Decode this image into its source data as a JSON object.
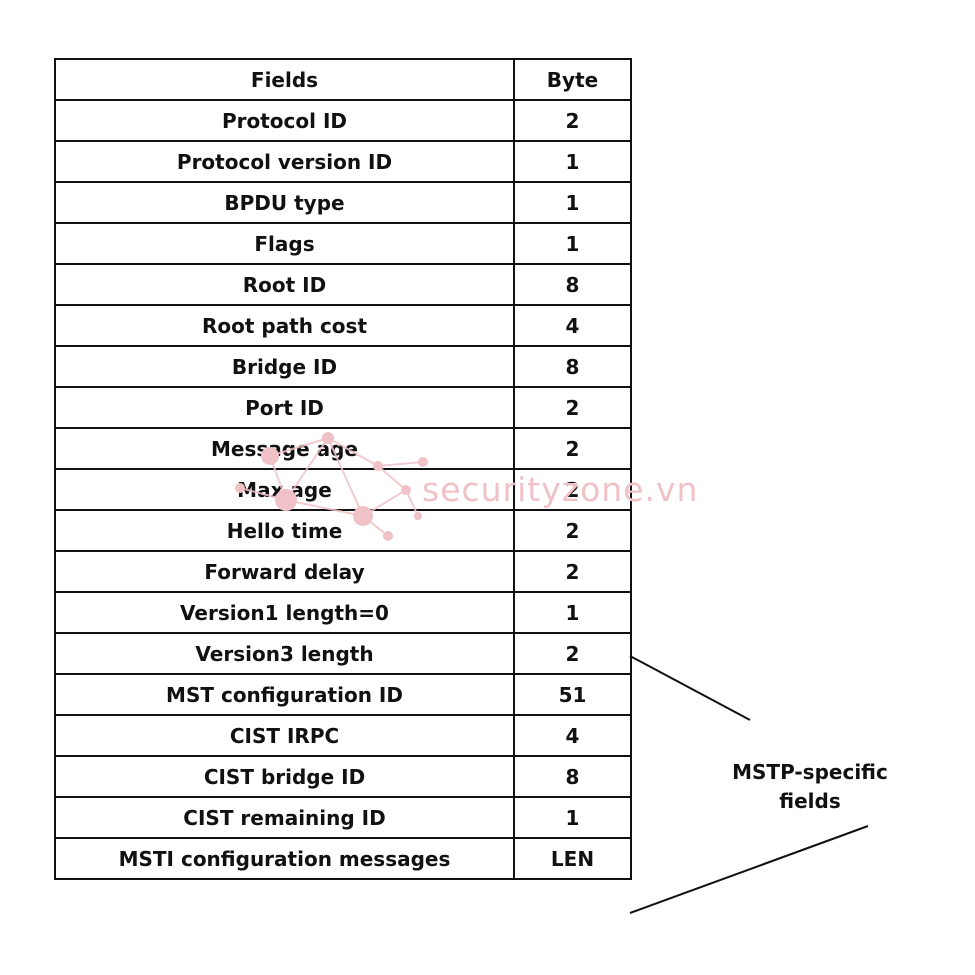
{
  "table": {
    "header": {
      "field": "Fields",
      "byte": "Byte"
    },
    "rows": [
      {
        "field": "Protocol ID",
        "byte": "2"
      },
      {
        "field": "Protocol version ID",
        "byte": "1"
      },
      {
        "field": "BPDU type",
        "byte": "1"
      },
      {
        "field": "Flags",
        "byte": "1"
      },
      {
        "field": "Root ID",
        "byte": "8"
      },
      {
        "field": "Root path cost",
        "byte": "4"
      },
      {
        "field": "Bridge ID",
        "byte": "8"
      },
      {
        "field": "Port ID",
        "byte": "2"
      },
      {
        "field": "Message age",
        "byte": "2"
      },
      {
        "field": "Max age",
        "byte": "2"
      },
      {
        "field": "Hello time",
        "byte": "2"
      },
      {
        "field": "Forward delay",
        "byte": "2"
      },
      {
        "field": "Version1 length=0",
        "byte": "1"
      },
      {
        "field": "Version3 length",
        "byte": "2"
      },
      {
        "field": "MST configuration ID",
        "byte": "51"
      },
      {
        "field": "CIST IRPC",
        "byte": "4"
      },
      {
        "field": "CIST bridge ID",
        "byte": "8"
      },
      {
        "field": "CIST remaining ID",
        "byte": "1"
      },
      {
        "field": "MSTI configuration messages",
        "byte": "LEN"
      }
    ]
  },
  "annotation": {
    "label": "MSTP-specific\nfields"
  },
  "watermark": {
    "text": "securityzone.vn",
    "color": "#f0c2c8"
  },
  "colors": {
    "line": "#111111",
    "background": "#ffffff"
  }
}
